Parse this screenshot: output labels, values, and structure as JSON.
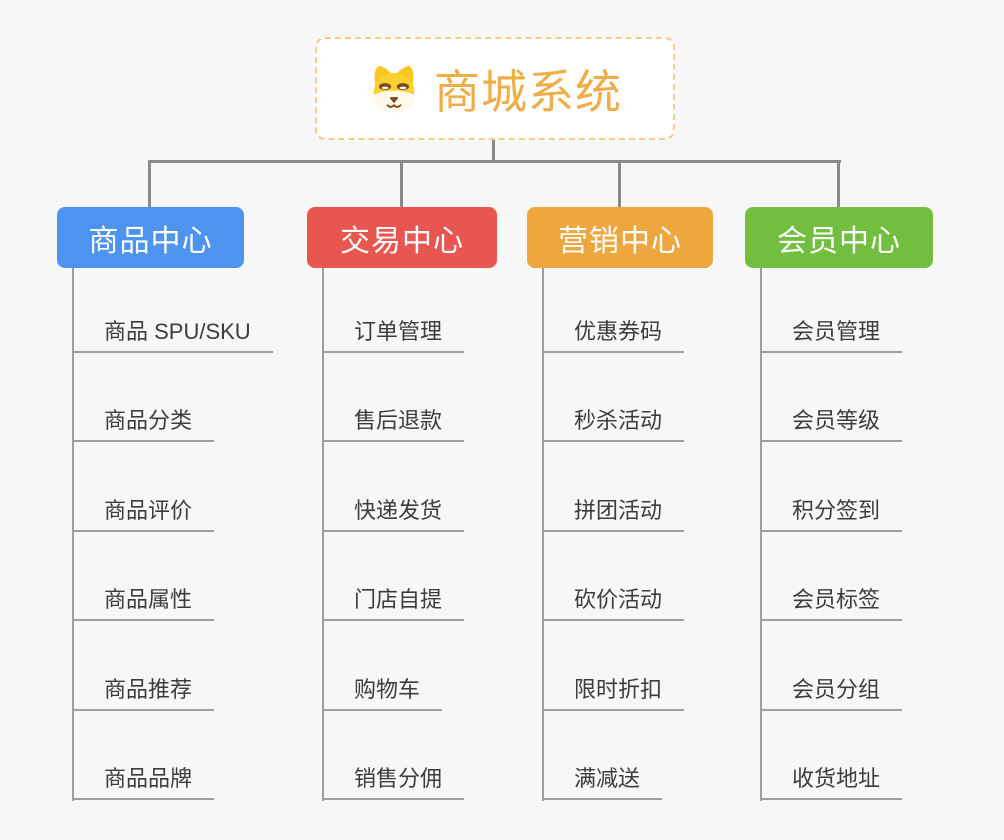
{
  "page": {
    "background_color": "#f7f7f7",
    "connector_color": "#8a8a8a",
    "branch_line_color": "#9e9e9e"
  },
  "root": {
    "title": "商城系统",
    "icon": "dog-icon",
    "title_color": "#efad48",
    "border_color": "#f6cc86"
  },
  "branches": [
    {
      "label": "商品中心",
      "color": "#4d94ee",
      "items": [
        "商品 SPU/SKU",
        "商品分类",
        "商品评价",
        "商品属性",
        "商品推荐",
        "商品品牌"
      ]
    },
    {
      "label": "交易中心",
      "color": "#e7564f",
      "items": [
        "订单管理",
        "售后退款",
        "快递发货",
        "门店自提",
        "购物车",
        "销售分佣"
      ]
    },
    {
      "label": "营销中心",
      "color": "#eea73e",
      "items": [
        "优惠券码",
        "秒杀活动",
        "拼团活动",
        "砍价活动",
        "限时折扣",
        "满减送"
      ]
    },
    {
      "label": "会员中心",
      "color": "#72bf3f",
      "items": [
        "会员管理",
        "会员等级",
        "积分签到",
        "会员标签",
        "会员分组",
        "收货地址"
      ]
    }
  ]
}
